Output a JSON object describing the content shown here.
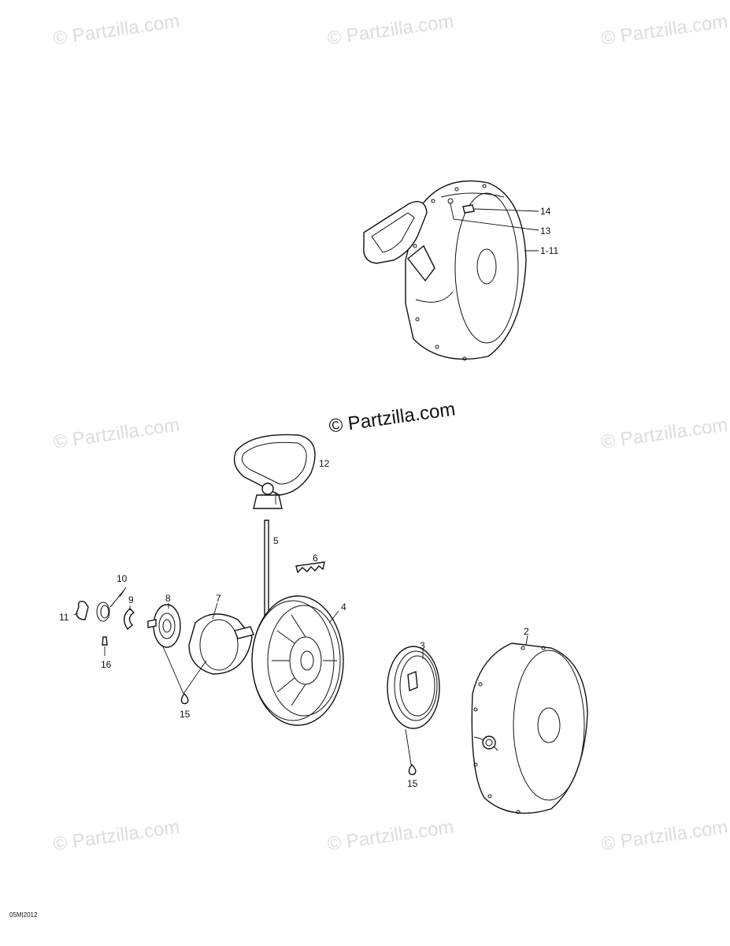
{
  "watermarks": {
    "text": "© Partzilla.com",
    "center_text": "© Partzilla.com"
  },
  "callouts": {
    "c14": "14",
    "c13": "13",
    "c1_11": "1-11",
    "c12": "12",
    "c5": "5",
    "c6": "6",
    "c10": "10",
    "c9": "9",
    "c8": "8",
    "c7": "7",
    "c4": "4",
    "c11": "11",
    "c16": "16",
    "c15a": "15",
    "c3": "3",
    "c2": "2",
    "c15b": "15"
  },
  "drawing_code": "05M|2012",
  "colors": {
    "line": "#111111",
    "watermark": "#dcdcdc",
    "background": "#ffffff"
  }
}
